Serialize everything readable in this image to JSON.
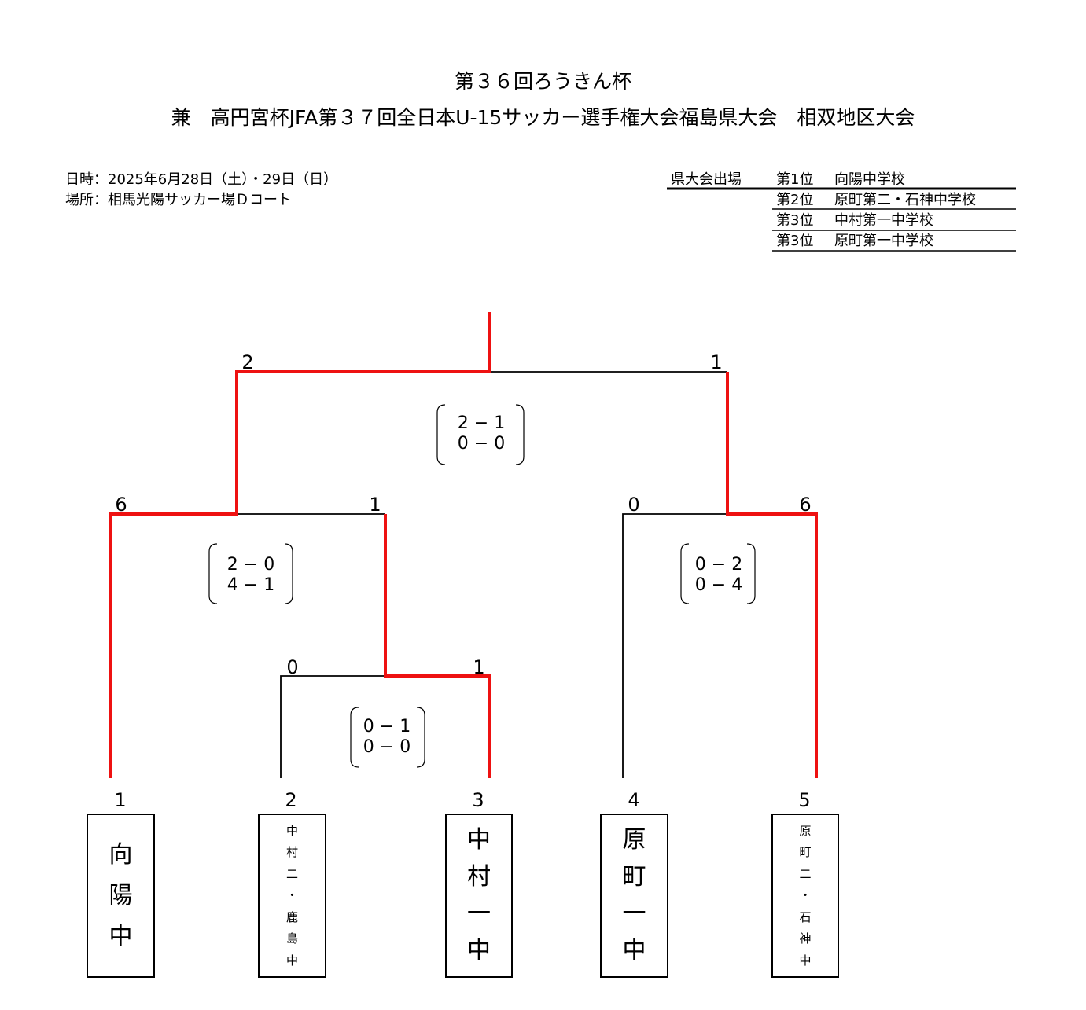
{
  "title_line1": "第３６回ろうきん杯",
  "title_line2": "兼　高円宮杯JFA第３７回全日本U-15サッカー選手権大会福島県大会　相双地区大会",
  "info": {
    "date": "日時：2025年6月28日（土）・29日（日）",
    "venue": "場所：相馬光陽サッカー場Ｄコート"
  },
  "qualifiers": {
    "heading": "県大会出場",
    "rows": [
      {
        "rank": "第1位",
        "school": "向陽中学校"
      },
      {
        "rank": "第2位",
        "school": "原町第二・石神中学校"
      },
      {
        "rank": "第3位",
        "school": "中村第一中学校"
      },
      {
        "rank": "第3位",
        "school": "原町第一中学校"
      }
    ]
  },
  "teams": [
    {
      "seed": "1",
      "name": [
        "向",
        "陽",
        "中"
      ],
      "size": "big"
    },
    {
      "seed": "2",
      "name": [
        "中",
        "村",
        "二",
        "・",
        "鹿",
        "島",
        "中"
      ],
      "size": "small"
    },
    {
      "seed": "3",
      "name": [
        "中",
        "村",
        "一",
        "中"
      ],
      "size": "big"
    },
    {
      "seed": "4",
      "name": [
        "原",
        "町",
        "一",
        "中"
      ],
      "size": "big"
    },
    {
      "seed": "5",
      "name": [
        "原",
        "町",
        "二",
        "・",
        "石",
        "神",
        "中"
      ],
      "size": "small"
    }
  ],
  "matches": {
    "m1": {
      "left": "0",
      "right": "1",
      "half1": "0 − 1",
      "half2": "0 − 0"
    },
    "m2": {
      "left": "6",
      "right": "1",
      "half1": "2 − 0",
      "half2": "4 − 1"
    },
    "m3": {
      "left": "0",
      "right": "6",
      "half1": "0 − 2",
      "half2": "0 − 4"
    },
    "final": {
      "left": "2",
      "right": "1",
      "half1": "2 − 1",
      "half2": "0 − 0"
    }
  },
  "colors": {
    "winner_line": "#ee1111",
    "line": "#000000"
  }
}
